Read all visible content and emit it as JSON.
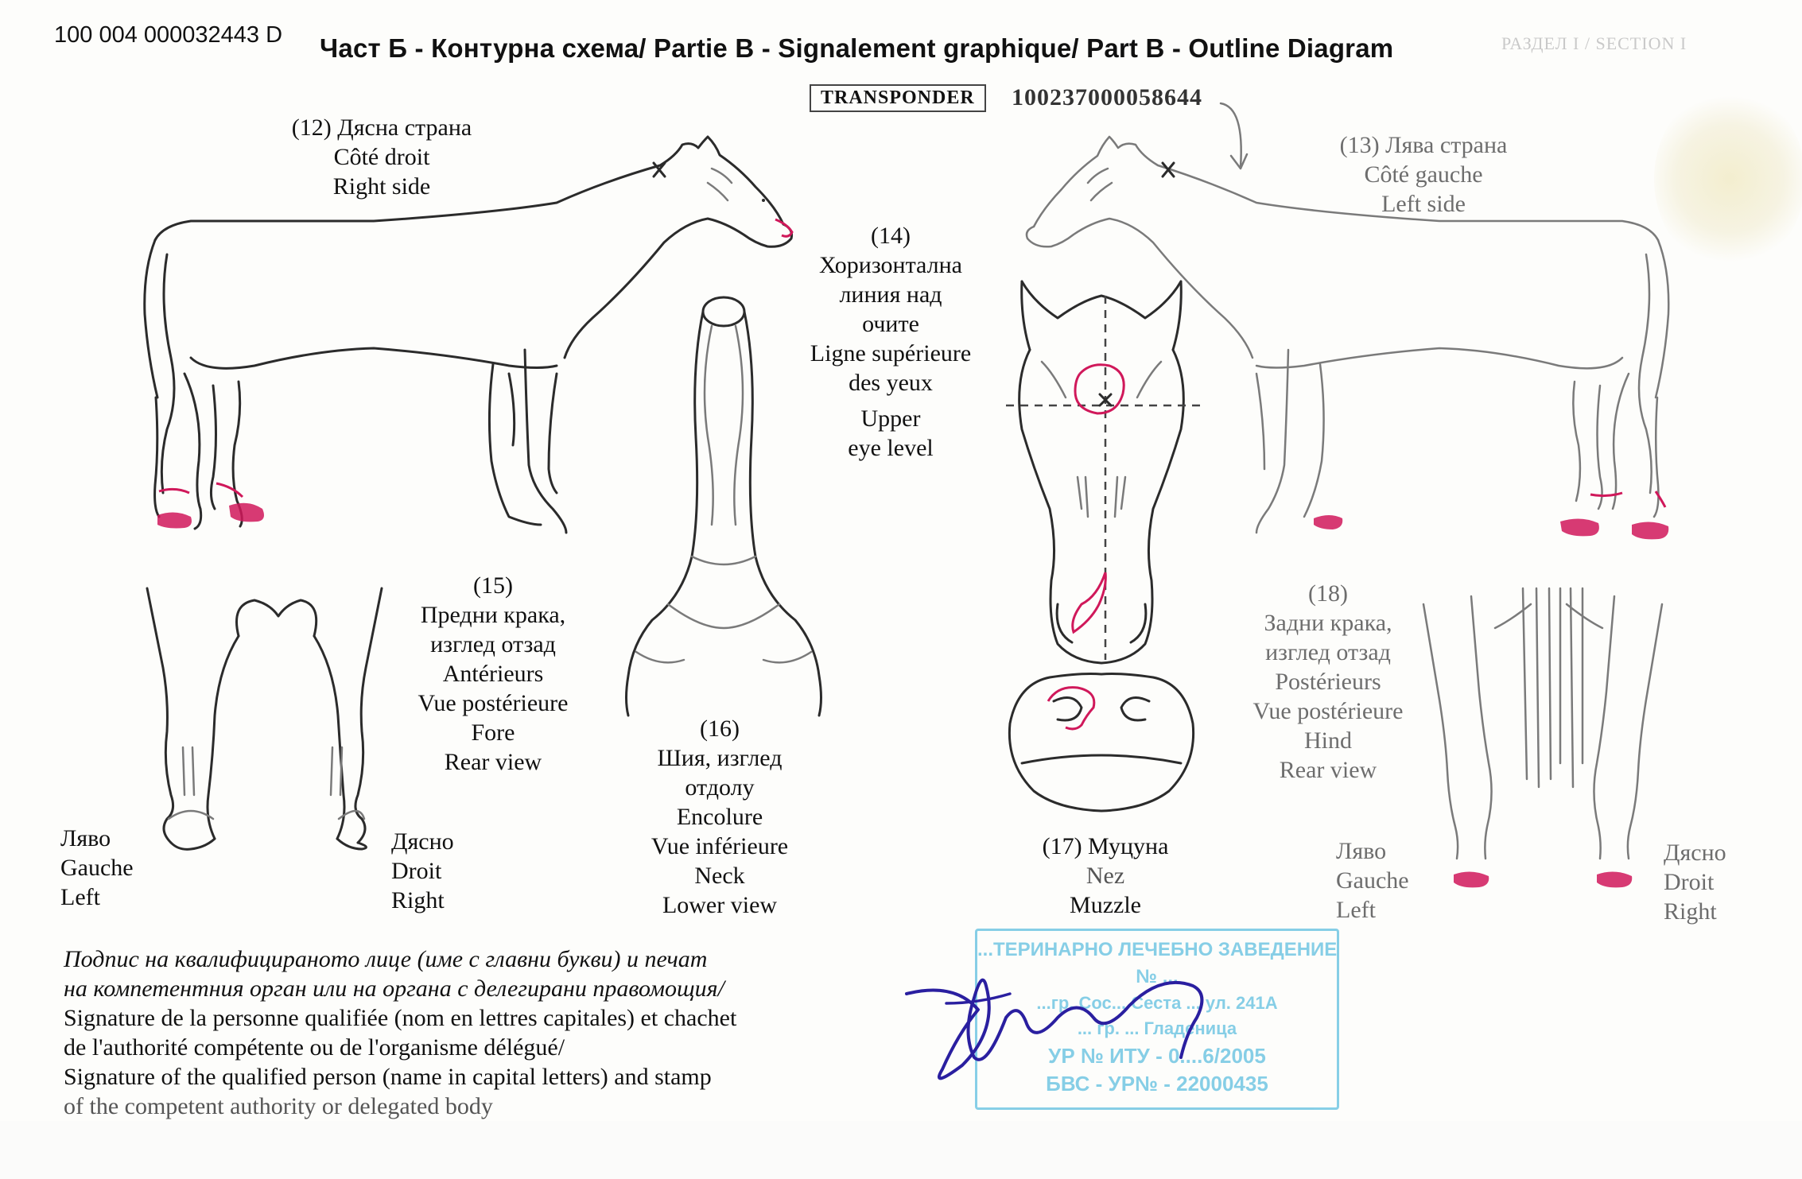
{
  "serial": "100 004 000032443 D",
  "header": "Част Б - Контурна схема/ Partie B - Signalement graphique/ Part B - Outline Diagram",
  "section_mark": "РАЗДЕЛ I / SECTION I",
  "transponder": {
    "label": "TRANSPONDER",
    "number": "100237000058644"
  },
  "right_side": {
    "lines": [
      "(12)  Дясна страна",
      "Côté droit",
      "Right side"
    ]
  },
  "left_side": {
    "lines": [
      "(13)  Лява страна",
      "Côté gauche",
      "Left side"
    ]
  },
  "eye_level": {
    "lines": [
      "(14)",
      "Хоризонтална",
      "линия над",
      "очите",
      "Ligne supérieure",
      "des yeux",
      "Upper",
      "eye level"
    ]
  },
  "fore": {
    "lines": [
      "(15)",
      "Предни крака,",
      "изглед отзад",
      "Antérieurs",
      "Vue postérieure",
      "Fore",
      "Rear view"
    ]
  },
  "neck": {
    "lines": [
      "(16)",
      "Шия, изглед",
      "отдолу",
      "Encolure",
      "Vue inférieure",
      "Neck",
      "Lower view"
    ]
  },
  "muzzle": {
    "lines": [
      "(17) Муцуна",
      "Nez",
      "Muzzle"
    ]
  },
  "hind": {
    "lines": [
      "(18)",
      "Задни крака,",
      "изглед отзад",
      "Postérieurs",
      "Vue postérieure",
      "Hind",
      "Rear view"
    ]
  },
  "fore_left": {
    "lines": [
      "Ляво",
      "Gauche",
      "Left"
    ]
  },
  "fore_right": {
    "lines": [
      "Дясно",
      "Droit",
      "Right"
    ]
  },
  "hind_left": {
    "lines": [
      "Ляво",
      "Gauche",
      "Left"
    ]
  },
  "hind_right": {
    "lines": [
      "Дясно",
      "Droit",
      "Right"
    ]
  },
  "footer": {
    "lines": [
      "Подпис на квалифицираното лице (име с главни букви) и печат",
      "на компетентния орган или на органа с делегирани правомощия/",
      "Signature de la personne qualifiée (nom en lettres capitales) et chachet",
      "de l'authorité compétente ou de l'organisme délégué/",
      "Signature of the qualified person (name in capital letters) and stamp",
      "of the competent authority or delegated body"
    ]
  },
  "stamp": {
    "lines": [
      "...ТЕРИНАРНО ЛЕЧЕБНО ЗАВЕДЕНИЕ",
      "№ ...",
      "...гр. Сос... Сеста ... ул. 241А",
      "... гр. ... Гладеница",
      "УР № ИТУ - 0....6/2005",
      "БВС - УР№ - 22000435"
    ]
  },
  "colors": {
    "ink": "#2b2b2b",
    "marking": "#d0185a",
    "stamp": "#5fbfe0",
    "signature": "#2a1fa0"
  }
}
